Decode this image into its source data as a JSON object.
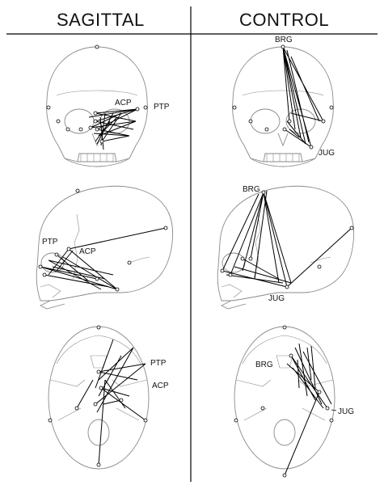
{
  "headers": {
    "left": "SAGITTAL",
    "right": "CONTROL"
  },
  "labels": {
    "acp": "ACP",
    "ptp": "PTP",
    "brg": "BRG",
    "jug": "JUG"
  },
  "colors": {
    "line": "#000000",
    "outline": "#8a8a8a",
    "background": "#ffffff"
  }
}
